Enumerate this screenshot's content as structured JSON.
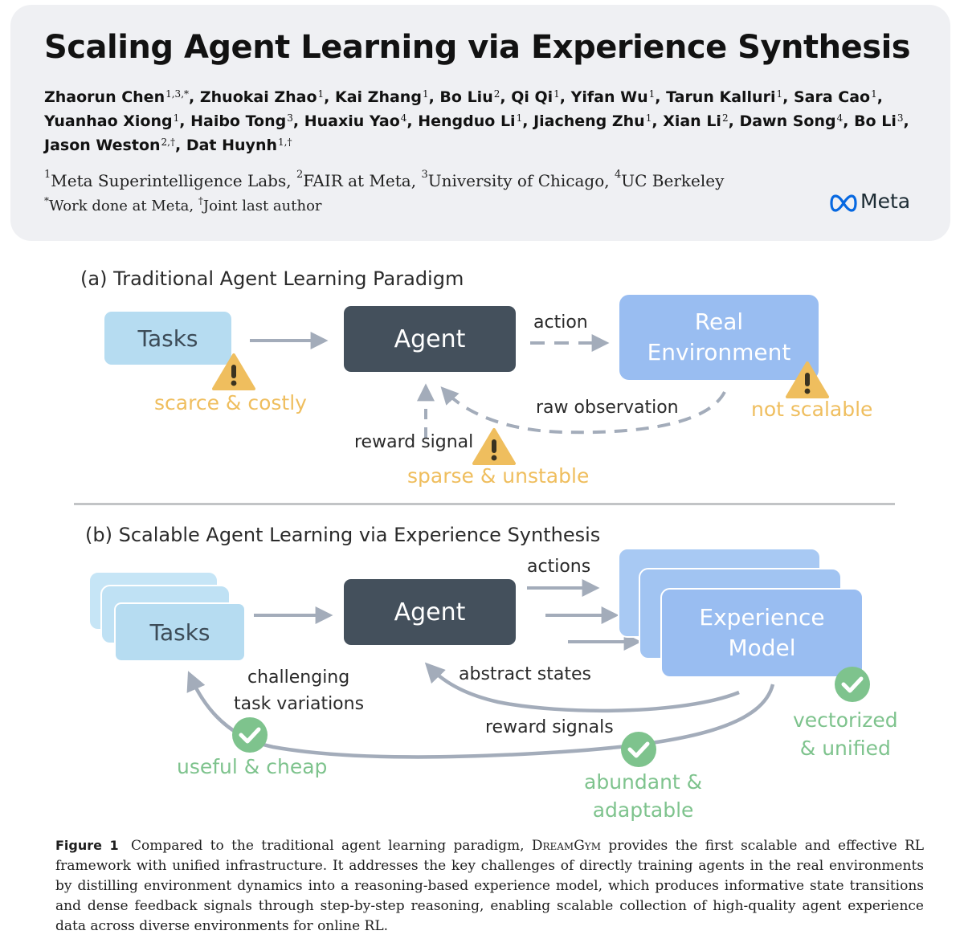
{
  "header": {
    "title": "Scaling Agent Learning via Experience Synthesis",
    "authors": [
      {
        "name": "Zhaorun Chen",
        "sup": "1,3,*"
      },
      {
        "name": "Zhuokai Zhao",
        "sup": "1"
      },
      {
        "name": "Kai Zhang",
        "sup": "1"
      },
      {
        "name": "Bo Liu",
        "sup": "2"
      },
      {
        "name": "Qi Qi",
        "sup": "1"
      },
      {
        "name": "Yifan Wu",
        "sup": "1"
      },
      {
        "name": "Tarun Kalluri",
        "sup": "1"
      },
      {
        "name": "Sara Cao",
        "sup": "1"
      },
      {
        "name": "Yuanhao Xiong",
        "sup": "1"
      },
      {
        "name": "Haibo Tong",
        "sup": "3"
      },
      {
        "name": "Huaxiu Yao",
        "sup": "4"
      },
      {
        "name": "Hengduo Li",
        "sup": "1"
      },
      {
        "name": "Jiacheng Zhu",
        "sup": "1"
      },
      {
        "name": "Xian Li",
        "sup": "2"
      },
      {
        "name": "Dawn Song",
        "sup": "4"
      },
      {
        "name": "Bo Li",
        "sup": "3"
      },
      {
        "name": "Jason Weston",
        "sup": "2,†"
      },
      {
        "name": "Dat Huynh",
        "sup": "1,†"
      }
    ],
    "affiliations": [
      {
        "sup": "1",
        "name": "Meta Superintelligence Labs"
      },
      {
        "sup": "2",
        "name": "FAIR at Meta"
      },
      {
        "sup": "3",
        "name": "University of Chicago"
      },
      {
        "sup": "4",
        "name": "UC Berkeley"
      }
    ],
    "notes": [
      {
        "sup": "*",
        "text": "Work done at Meta"
      },
      {
        "sup": "†",
        "text": "Joint last author"
      }
    ],
    "logo_text": "Meta"
  },
  "panel_a": {
    "label": "(a) Traditional Agent Learning Paradigm",
    "tasks": "Tasks",
    "agent": "Agent",
    "env_line1": "Real",
    "env_line2": "Environment",
    "action": "action",
    "raw_observation": "raw observation",
    "reward_signal": "reward signal",
    "warn_tasks": "scarce & costly",
    "warn_env": "not scalable",
    "warn_reward": "sparse & unstable"
  },
  "panel_b": {
    "label": "(b) Scalable Agent Learning via Experience Synthesis",
    "tasks": "Tasks",
    "agent": "Agent",
    "model_line1": "Experience",
    "model_line2": "Model",
    "actions": "actions",
    "abstract_states": "abstract states",
    "challenging_line1": "challenging",
    "challenging_line2": "task variations",
    "reward_signals": "reward signals",
    "good_tasks": "useful & cheap",
    "good_reward_line1": "abundant &",
    "good_reward_line2": "adaptable",
    "good_model_line1": "vectorized",
    "good_model_line2": "& unified"
  },
  "caption": {
    "label": "Figure 1",
    "before": "Compared to the traditional agent learning paradigm,",
    "name": "DreamGym",
    "after": "provides the first scalable and effective RL framework with unified infrastructure. It addresses the key challenges of directly training agents in the real environments by distilling environment dynamics into a reasoning-based experience model, which produces informative state transitions and dense feedback signals through step-by-step reasoning, enabling scalable collection of high-quality agent experience data across diverse environments for online RL."
  },
  "colors": {
    "task_box": "#b6dcf1",
    "agent_box": "#44505c",
    "env_box": "#99bdf1",
    "arrow": "#a3acba",
    "warning": "#efbe5e",
    "positive": "#7ec38d",
    "header_bg": "#eff0f3"
  },
  "icons": [
    "warning-triangle-icon",
    "check-circle-icon",
    "meta-infinity-icon"
  ]
}
